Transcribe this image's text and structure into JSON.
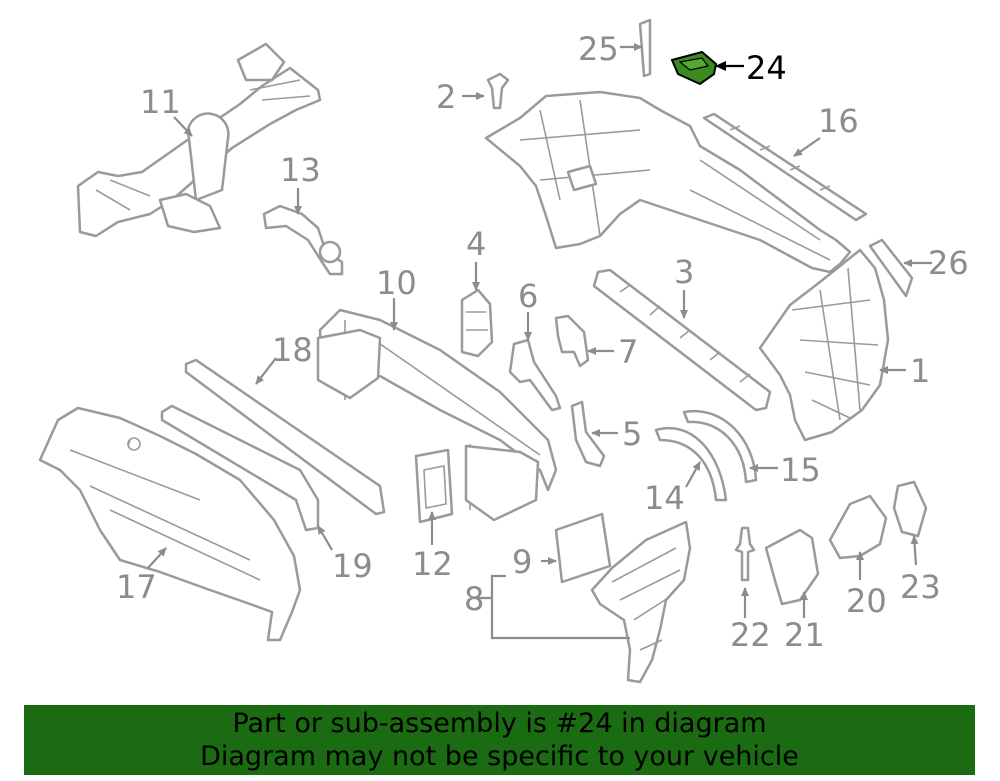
{
  "callouts": {
    "c1": "1",
    "c2": "2",
    "c3": "3",
    "c4": "4",
    "c5": "5",
    "c6": "6",
    "c7": "7",
    "c8": "8",
    "c9": "9",
    "c10": "10",
    "c11": "11",
    "c12": "12",
    "c13": "13",
    "c14": "14",
    "c15": "15",
    "c16": "16",
    "c17": "17",
    "c18": "18",
    "c19": "19",
    "c20": "20",
    "c21": "21",
    "c22": "22",
    "c23": "23",
    "c24": "24",
    "c25": "25",
    "c26": "26"
  },
  "highlight_part": "24",
  "colors": {
    "highlight": "#3a8a1e",
    "banner": "#1a6b12",
    "line": "#9a9a9a"
  },
  "banner": {
    "line1": "Part or sub-assembly is #24 in diagram",
    "line2": "Diagram may not be specific to your vehicle"
  }
}
